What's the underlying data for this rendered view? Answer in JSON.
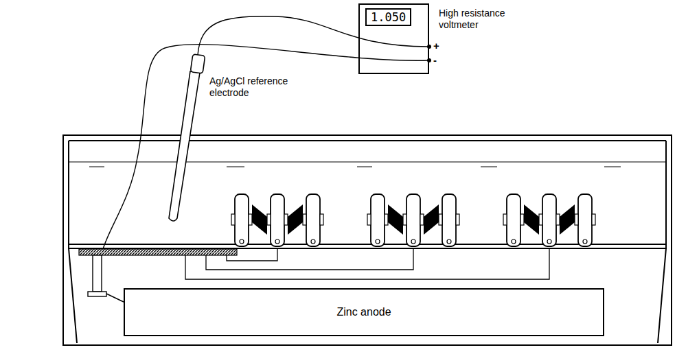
{
  "diagram": {
    "nodes": [
      {
        "text": [
          "High resistance voltmeter"
        ]
      },
      {
        "text": [
          "1.050"
        ],
        "in": 0
      },
      {
        "text": [
          "Zinc anode"
        ]
      }
    ],
    "labels": [
      "+",
      "-",
      "Ag/AgCl reference electrode"
    ]
  }
}
